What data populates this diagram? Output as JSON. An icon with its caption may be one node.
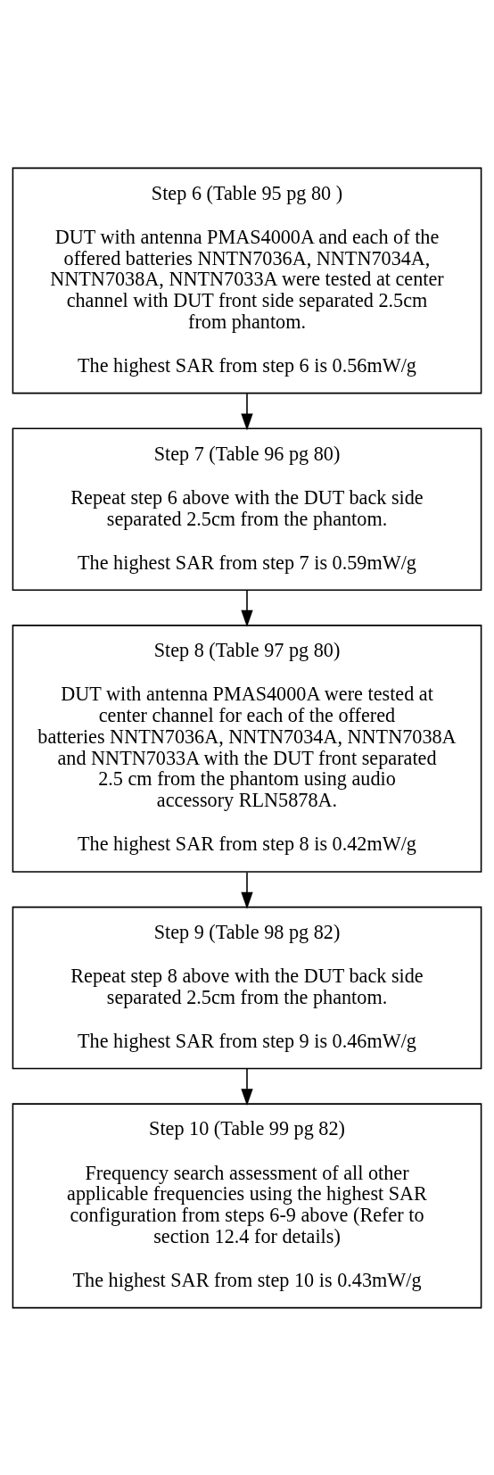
{
  "diagram": {
    "nodes": [
      {
        "text": [
          "Step 6 (Table 95 pg 80 )",
          "DUT with antenna PMAS4000A and each of the offered batteries NNTN7036A, NNTN7034A, NNTN7038A, NNTN7033A were tested at center channel with DUT front side separated 2.5cm from phantom.",
          "The highest SAR from step 6 is 0.56mW/g"
        ]
      },
      {
        "text": [
          "Step 7 (Table 96 pg 80)",
          "Repeat step 6 above with the DUT back side separated 2.5cm from the phantom.",
          "The highest SAR from step 7 is 0.59mW/g"
        ]
      },
      {
        "text": [
          "Step 8 (Table 97 pg 80)",
          "DUT with antenna PMAS4000A were tested at center channel for each of the offered batteries NNTN7036A, NNTN7034A, NNTN7038A and NNTN7033A with the DUT front separated 2.5 cm from the phantom using audio accessory RLN5878A.",
          "The highest SAR from step 8 is 0.42mW/g"
        ]
      },
      {
        "text": [
          "Step 9 (Table 98 pg 82)",
          "Repeat step 8 above with the DUT back side separated 2.5cm from the phantom.",
          "The highest SAR from step 9 is 0.46mW/g"
        ]
      },
      {
        "text": [
          "Step 10 (Table 99 pg 82)",
          "Frequency search assessment of all other applicable frequencies using the highest SAR configuration from steps 6-9 above (Refer to section 12.4 for details)",
          "The highest SAR from step 10 is 0.43mW/g"
        ]
      }
    ],
    "edges": [
      {
        "from": 0,
        "to": 1,
        "arrow": "to"
      },
      {
        "from": 1,
        "to": 2,
        "arrow": "to"
      },
      {
        "from": 2,
        "to": 3,
        "arrow": "to"
      },
      {
        "from": 3,
        "to": 4,
        "arrow": "to"
      }
    ]
  }
}
